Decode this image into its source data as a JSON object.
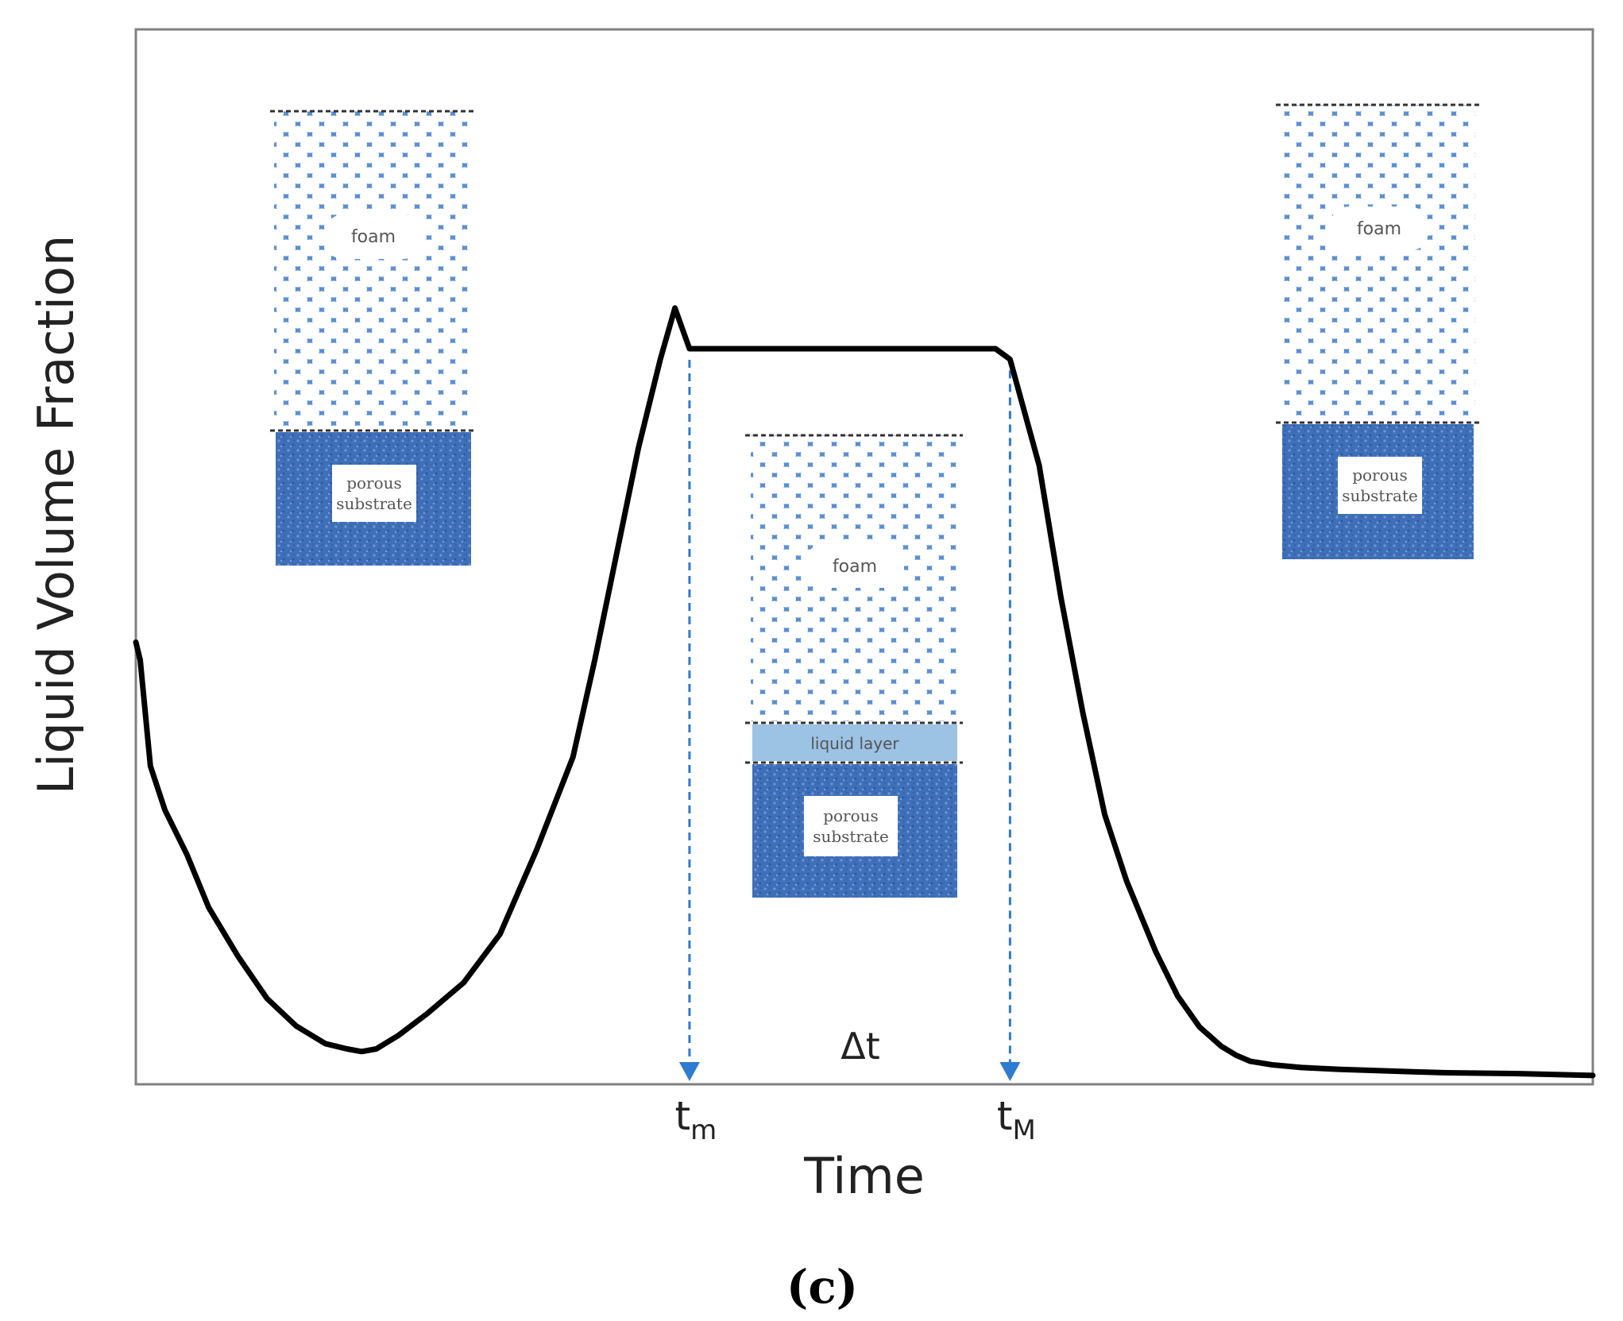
{
  "chart_data": {
    "type": "line",
    "title": "",
    "xlabel": "Time",
    "ylabel": "Liquid Volume Fraction",
    "grid": false,
    "legend": "none",
    "xlim": [
      0,
      100
    ],
    "ylim": [
      0,
      100
    ],
    "x_ticks": [
      {
        "name": "tm-tick",
        "base": "t",
        "sub": "m",
        "x": 38
      },
      {
        "name": "tM-tick",
        "base": "t",
        "sub": "M",
        "x": 60
      }
    ],
    "interval_label": "Δt",
    "series": [
      {
        "color": "#000000",
        "x": [
          0,
          0.3,
          1,
          2,
          3.5,
          5,
          7,
          9,
          11,
          13,
          14.5,
          15.5,
          16.5,
          18,
          20,
          22.5,
          25,
          27.5,
          30,
          31.5,
          33,
          34.5,
          36,
          37,
          38,
          39,
          45,
          52,
          59,
          60,
          62,
          63.5,
          65,
          66.5,
          68,
          70,
          71.5,
          73,
          74.5,
          75.5,
          76.5,
          78,
          80,
          82.5,
          86,
          90,
          95,
          100
        ],
        "y": [
          50,
          48,
          36,
          31,
          26,
          20,
          14.5,
          9.7,
          6.6,
          4.6,
          4.0,
          3.7,
          4.0,
          5.5,
          8.0,
          11.5,
          17,
          26.5,
          37,
          48,
          60,
          72,
          82,
          87.8,
          83.2,
          83.2,
          83.2,
          83.2,
          83.2,
          82,
          70,
          55,
          42,
          30.5,
          23,
          15,
          10,
          6.5,
          4.3,
          3.3,
          2.6,
          2.2,
          1.9,
          1.7,
          1.5,
          1.3,
          1.2,
          1.0
        ]
      }
    ],
    "markers": [
      {
        "name": "tm",
        "x": 38
      },
      {
        "name": "tM",
        "x": 60
      }
    ]
  },
  "insets": [
    {
      "foam_label": "foam",
      "substrate_label": "porous substrate"
    },
    {
      "foam_label": "foam",
      "liquid_label": "liquid layer",
      "substrate_label": "porous substrate"
    },
    {
      "foam_label": "foam",
      "substrate_label": "porous substrate"
    }
  ],
  "panel_label": "(c)",
  "colors": {
    "curve": "#000000",
    "axes": "#808080",
    "marker": "#2e7bcf",
    "foam": "#5b8fd0",
    "substrate": "#3f6fb8",
    "liquid_layer": "#9cc2e4"
  }
}
